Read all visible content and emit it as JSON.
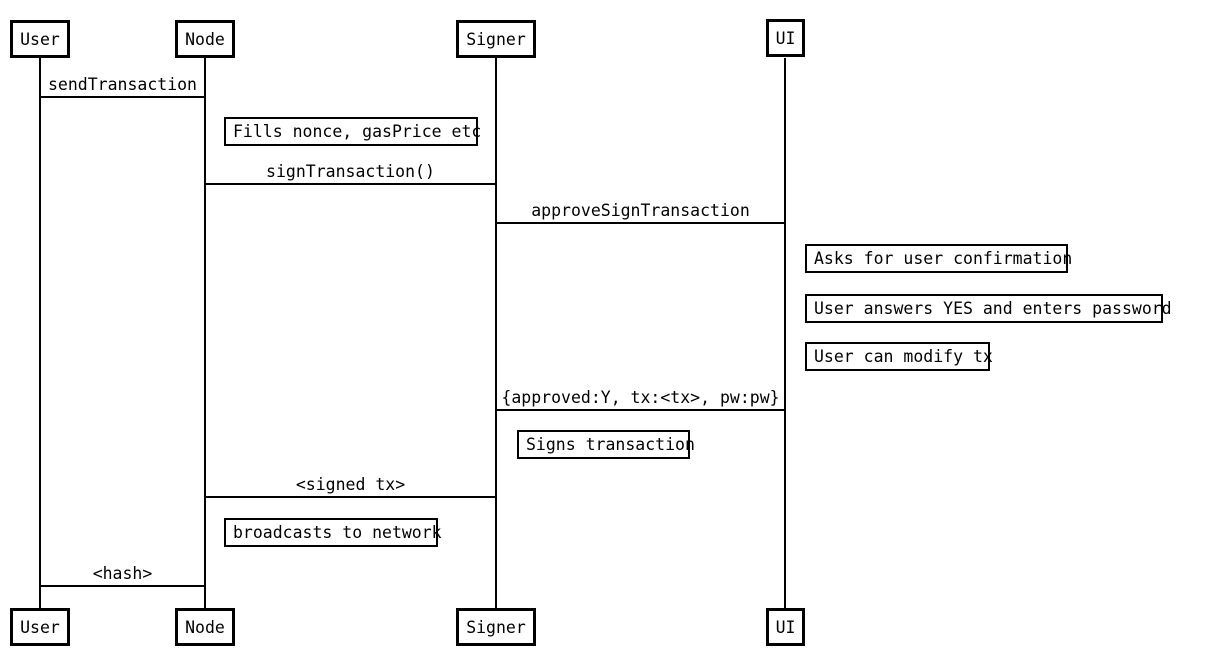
{
  "actors": {
    "user": "User",
    "node": "Node",
    "signer": "Signer",
    "ui": "UI"
  },
  "messages": {
    "send_transaction": "sendTransaction",
    "sign_transaction": "signTransaction()",
    "approve_sign_transaction": "approveSignTransaction",
    "approval_response": "{approved:Y, tx:<tx>, pw:pw}",
    "signed_tx": "<signed tx>",
    "hash": "<hash>"
  },
  "notes": {
    "fills_nonce": "Fills nonce, gasPrice etc",
    "asks_confirmation": "Asks for user confirmation",
    "user_answers": "User answers YES and enters password",
    "user_can_modify": "User can modify tx",
    "signs_transaction": "Signs transaction",
    "broadcasts": "broadcasts to network"
  },
  "colors": {
    "foreground": "#000000",
    "background": "#ffffff"
  }
}
